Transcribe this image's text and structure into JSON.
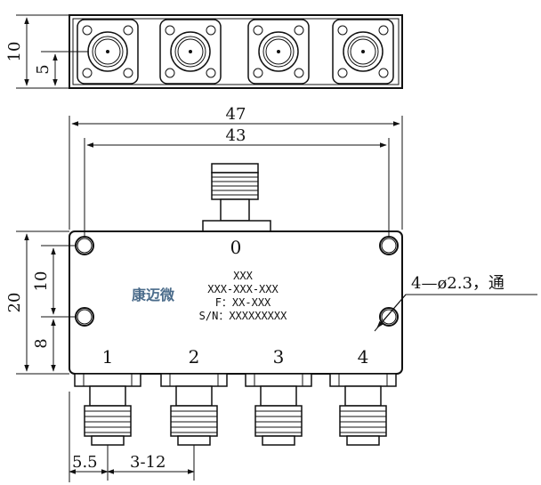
{
  "top_view": {
    "dim_height": "10",
    "dim_center": "5"
  },
  "front_view": {
    "dim_overall_width": "47",
    "dim_hole_spacing": "43",
    "dim_height": "20",
    "dim_upper": "10",
    "dim_lower": "8",
    "input_port": "0",
    "output_ports": [
      "1",
      "2",
      "3",
      "4"
    ],
    "hole_note": "4—ø2.3，通",
    "dim_first_offset": "5.5",
    "dim_pitch": "3-12"
  },
  "label": {
    "brand": "康迈微",
    "line1": "XXX",
    "line2": "XXX-XXX-XXX",
    "line3": "F：XX-XXX",
    "line4": "S/N：XXXXXXXXX"
  }
}
